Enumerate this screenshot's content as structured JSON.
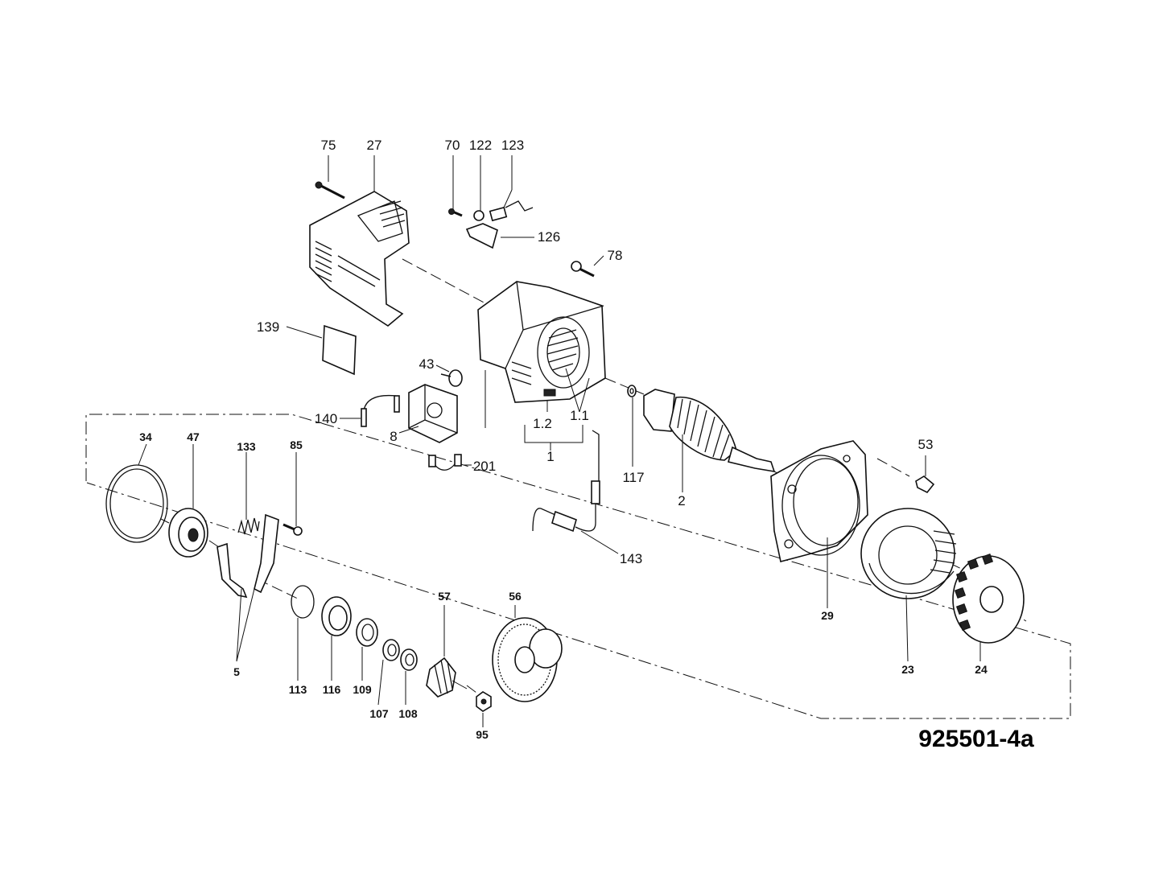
{
  "drawing": {
    "doc_id": "925501-4a",
    "callouts": [
      {
        "id": "75",
        "text": "75",
        "style": "a"
      },
      {
        "id": "27",
        "text": "27",
        "style": "a"
      },
      {
        "id": "70",
        "text": "70",
        "style": "a"
      },
      {
        "id": "122",
        "text": "122",
        "style": "a"
      },
      {
        "id": "123",
        "text": "123",
        "style": "a"
      },
      {
        "id": "126",
        "text": "126",
        "style": "a"
      },
      {
        "id": "78",
        "text": "78",
        "style": "a"
      },
      {
        "id": "139",
        "text": "139",
        "style": "a"
      },
      {
        "id": "43",
        "text": "43",
        "style": "a"
      },
      {
        "id": "140",
        "text": "140",
        "style": "a"
      },
      {
        "id": "8",
        "text": "8",
        "style": "a"
      },
      {
        "id": "201",
        "text": "201",
        "style": "a"
      },
      {
        "id": "1.2",
        "text": "1.2",
        "style": "a"
      },
      {
        "id": "1.1",
        "text": "1.1",
        "style": "a"
      },
      {
        "id": "1",
        "text": "1",
        "style": "a"
      },
      {
        "id": "117",
        "text": "117",
        "style": "a"
      },
      {
        "id": "2",
        "text": "2",
        "style": "a"
      },
      {
        "id": "53",
        "text": "53",
        "style": "a"
      },
      {
        "id": "143",
        "text": "143",
        "style": "a"
      },
      {
        "id": "34",
        "text": "34",
        "style": "b"
      },
      {
        "id": "47",
        "text": "47",
        "style": "b"
      },
      {
        "id": "133",
        "text": "133",
        "style": "b"
      },
      {
        "id": "85",
        "text": "85",
        "style": "b"
      },
      {
        "id": "5",
        "text": "5",
        "style": "b"
      },
      {
        "id": "113",
        "text": "113",
        "style": "b"
      },
      {
        "id": "116",
        "text": "116",
        "style": "b"
      },
      {
        "id": "109",
        "text": "109",
        "style": "b"
      },
      {
        "id": "107",
        "text": "107",
        "style": "b"
      },
      {
        "id": "108",
        "text": "108",
        "style": "b"
      },
      {
        "id": "57",
        "text": "57",
        "style": "b"
      },
      {
        "id": "56",
        "text": "56",
        "style": "b"
      },
      {
        "id": "95",
        "text": "95",
        "style": "b"
      },
      {
        "id": "29",
        "text": "29",
        "style": "b"
      },
      {
        "id": "23",
        "text": "23",
        "style": "b"
      },
      {
        "id": "24",
        "text": "24",
        "style": "b"
      }
    ],
    "parts": [
      {
        "id": "27",
        "icon": "motor-cover-icon"
      },
      {
        "id": "75",
        "icon": "screw-icon"
      },
      {
        "id": "70",
        "icon": "screw-icon"
      },
      {
        "id": "122",
        "icon": "brush-holder-icon"
      },
      {
        "id": "123",
        "icon": "carbon-brush-icon"
      },
      {
        "id": "126",
        "icon": "terminal-plate-icon"
      },
      {
        "id": "78",
        "icon": "screw-icon"
      },
      {
        "id": "139",
        "icon": "label-plate-icon"
      },
      {
        "id": "1",
        "icon": "motor-housing-icon"
      },
      {
        "id": "43",
        "icon": "capacitor-icon"
      },
      {
        "id": "8",
        "icon": "switch-icon"
      },
      {
        "id": "140",
        "icon": "cable-icon"
      },
      {
        "id": "201",
        "icon": "cable-icon"
      },
      {
        "id": "143",
        "icon": "power-cord-icon"
      },
      {
        "id": "117",
        "icon": "ball-bearing-icon"
      },
      {
        "id": "2",
        "icon": "armature-icon"
      },
      {
        "id": "29",
        "icon": "flange-icon"
      },
      {
        "id": "53",
        "icon": "sleeve-icon"
      },
      {
        "id": "23",
        "icon": "ring-housing-icon"
      },
      {
        "id": "24",
        "icon": "fan-icon"
      },
      {
        "id": "34",
        "icon": "retaining-ring-icon"
      },
      {
        "id": "47",
        "icon": "ball-bearing-icon"
      },
      {
        "id": "133",
        "icon": "spring-icon"
      },
      {
        "id": "85",
        "icon": "screw-icon"
      },
      {
        "id": "5",
        "icon": "lever-icon"
      },
      {
        "id": "113",
        "icon": "circlip-icon"
      },
      {
        "id": "116",
        "icon": "ball-bearing-icon"
      },
      {
        "id": "109",
        "icon": "washer-icon"
      },
      {
        "id": "107",
        "icon": "washer-icon"
      },
      {
        "id": "108",
        "icon": "washer-icon"
      },
      {
        "id": "57",
        "icon": "bevel-pinion-icon"
      },
      {
        "id": "56",
        "icon": "bevel-gear-icon"
      },
      {
        "id": "95",
        "icon": "nut-icon"
      }
    ]
  }
}
